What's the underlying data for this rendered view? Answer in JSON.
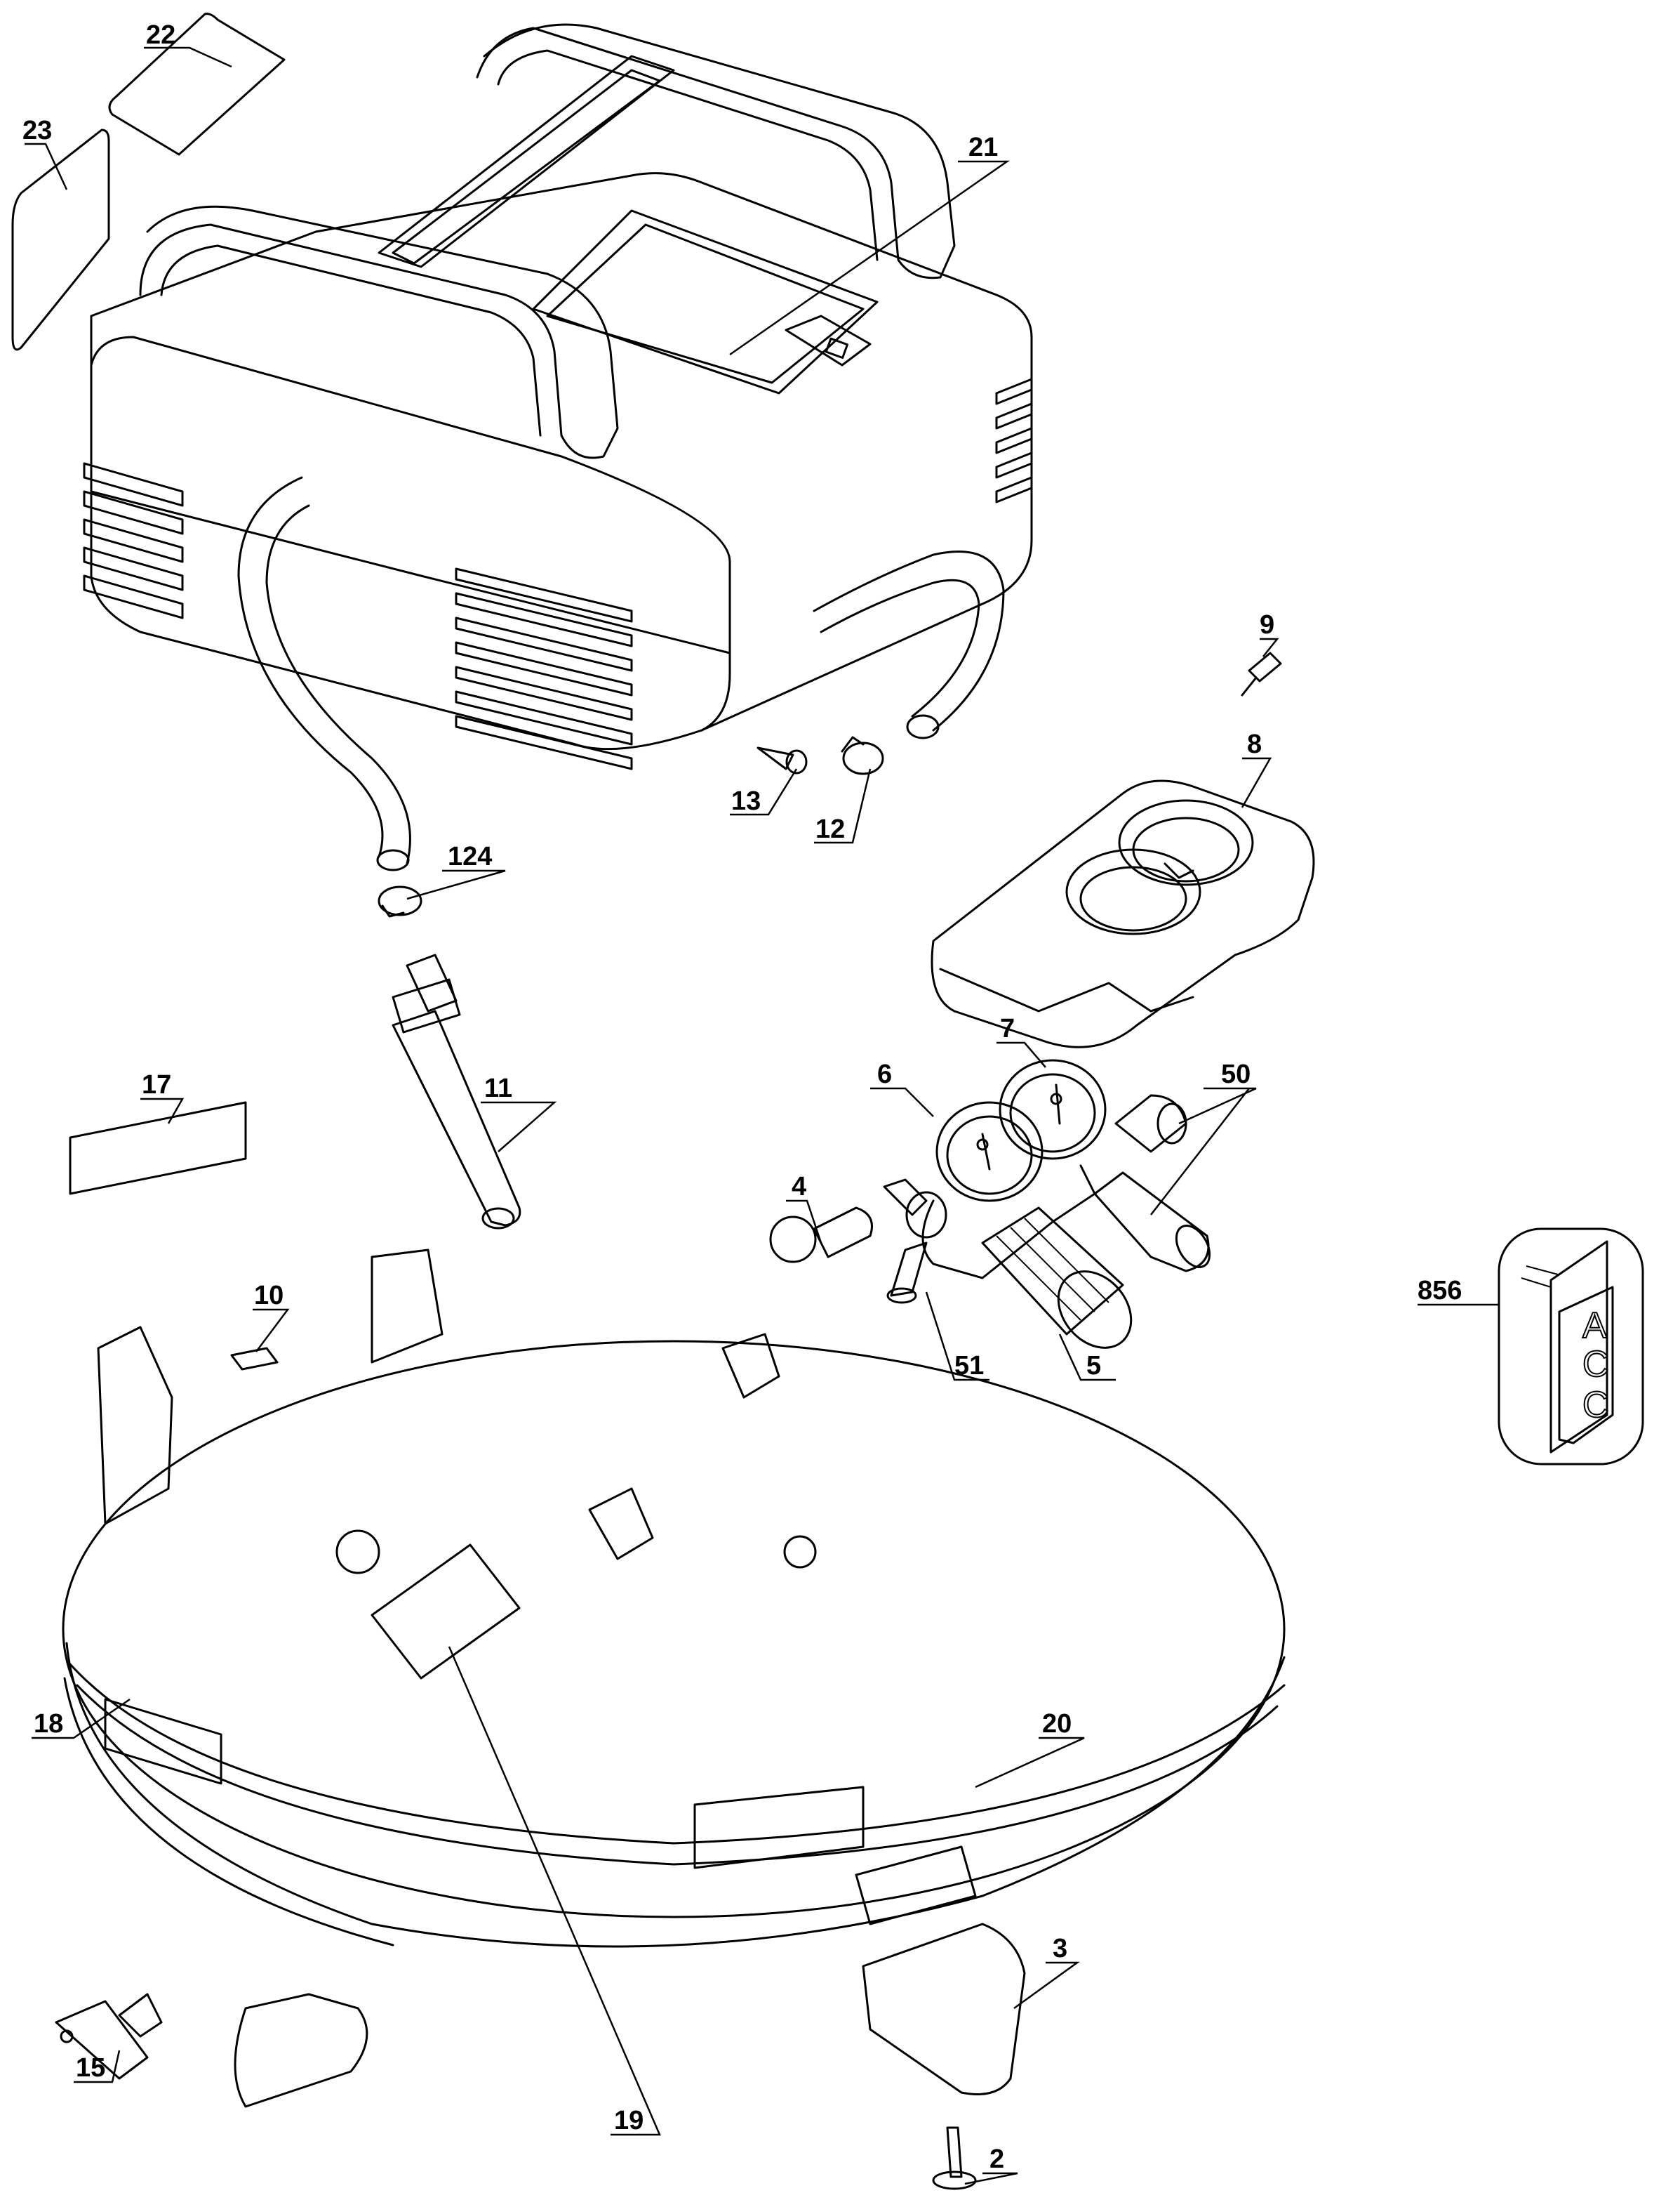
{
  "diagram": {
    "type": "exploded-parts-view",
    "subject": "pancake air compressor",
    "callouts": [
      {
        "id": "22",
        "label": "22",
        "part": "label-top"
      },
      {
        "id": "23",
        "label": "23",
        "part": "label-side"
      },
      {
        "id": "21",
        "label": "21",
        "part": "shroud-assembly"
      },
      {
        "id": "9",
        "label": "9",
        "part": "screw"
      },
      {
        "id": "8",
        "label": "8",
        "part": "manifold-cover"
      },
      {
        "id": "13",
        "label": "13",
        "part": "screw"
      },
      {
        "id": "12",
        "label": "12",
        "part": "hose-clamp"
      },
      {
        "id": "124",
        "label": "124",
        "part": "hose-clamp"
      },
      {
        "id": "17",
        "label": "17",
        "part": "label"
      },
      {
        "id": "11",
        "label": "11",
        "part": "tube-fitting"
      },
      {
        "id": "7",
        "label": "7",
        "part": "tank-pressure-gauge"
      },
      {
        "id": "6",
        "label": "6",
        "part": "regulated-pressure-gauge"
      },
      {
        "id": "50",
        "label": "50",
        "part": "quick-coupler"
      },
      {
        "id": "4",
        "label": "4",
        "part": "safety-valve"
      },
      {
        "id": "51",
        "label": "51",
        "part": "nipple"
      },
      {
        "id": "5",
        "label": "5",
        "part": "regulator-knob"
      },
      {
        "id": "10",
        "label": "10",
        "part": "pad"
      },
      {
        "id": "856",
        "label": "856",
        "part": "accessory-kit"
      },
      {
        "id": "20",
        "label": "20",
        "part": "tank"
      },
      {
        "id": "18",
        "label": "18",
        "part": "label"
      },
      {
        "id": "19",
        "label": "19",
        "part": "label"
      },
      {
        "id": "15",
        "label": "15",
        "part": "drain-valve"
      },
      {
        "id": "3",
        "label": "3",
        "part": "rubber-foot"
      },
      {
        "id": "2",
        "label": "2",
        "part": "screw"
      }
    ],
    "accessory_text": [
      "A",
      "C",
      "C"
    ]
  }
}
